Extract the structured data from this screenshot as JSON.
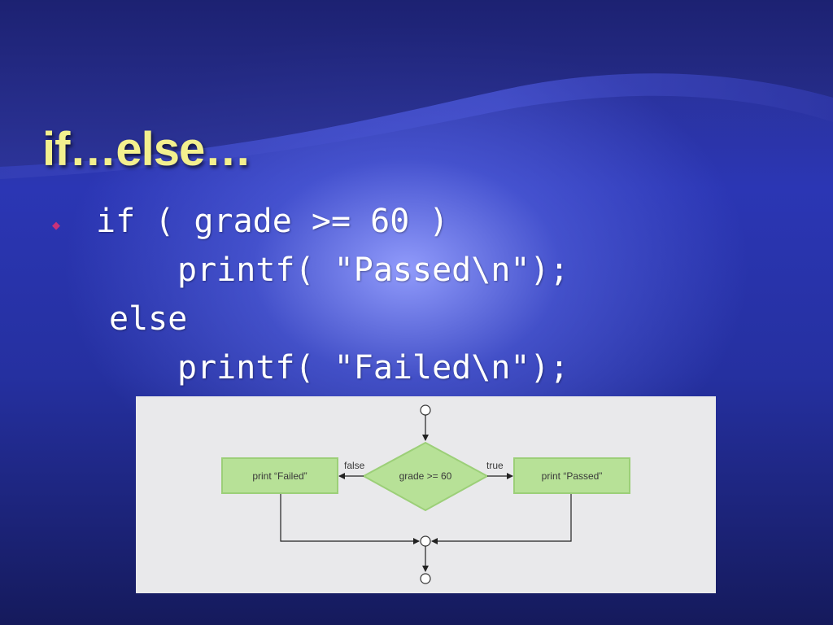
{
  "slide": {
    "title": "if…else…",
    "bullet_symbol": "◆",
    "code_lines": [
      "if ( grade >= 60 )",
      "printf( \"Passed\\n\");",
      "else",
      "printf( \"Failed\\n\");"
    ]
  },
  "flowchart": {
    "decision": "grade >= 60",
    "left_action": "print “Failed”",
    "right_action": "print “Passed”",
    "false_label": "false",
    "true_label": "true"
  },
  "colors": {
    "title": "#f3f08e",
    "bullet": "#c8327a",
    "box_fill": "#b7e197",
    "box_edge": "#9ccf78",
    "figure_bg": "#e9e9eb"
  }
}
